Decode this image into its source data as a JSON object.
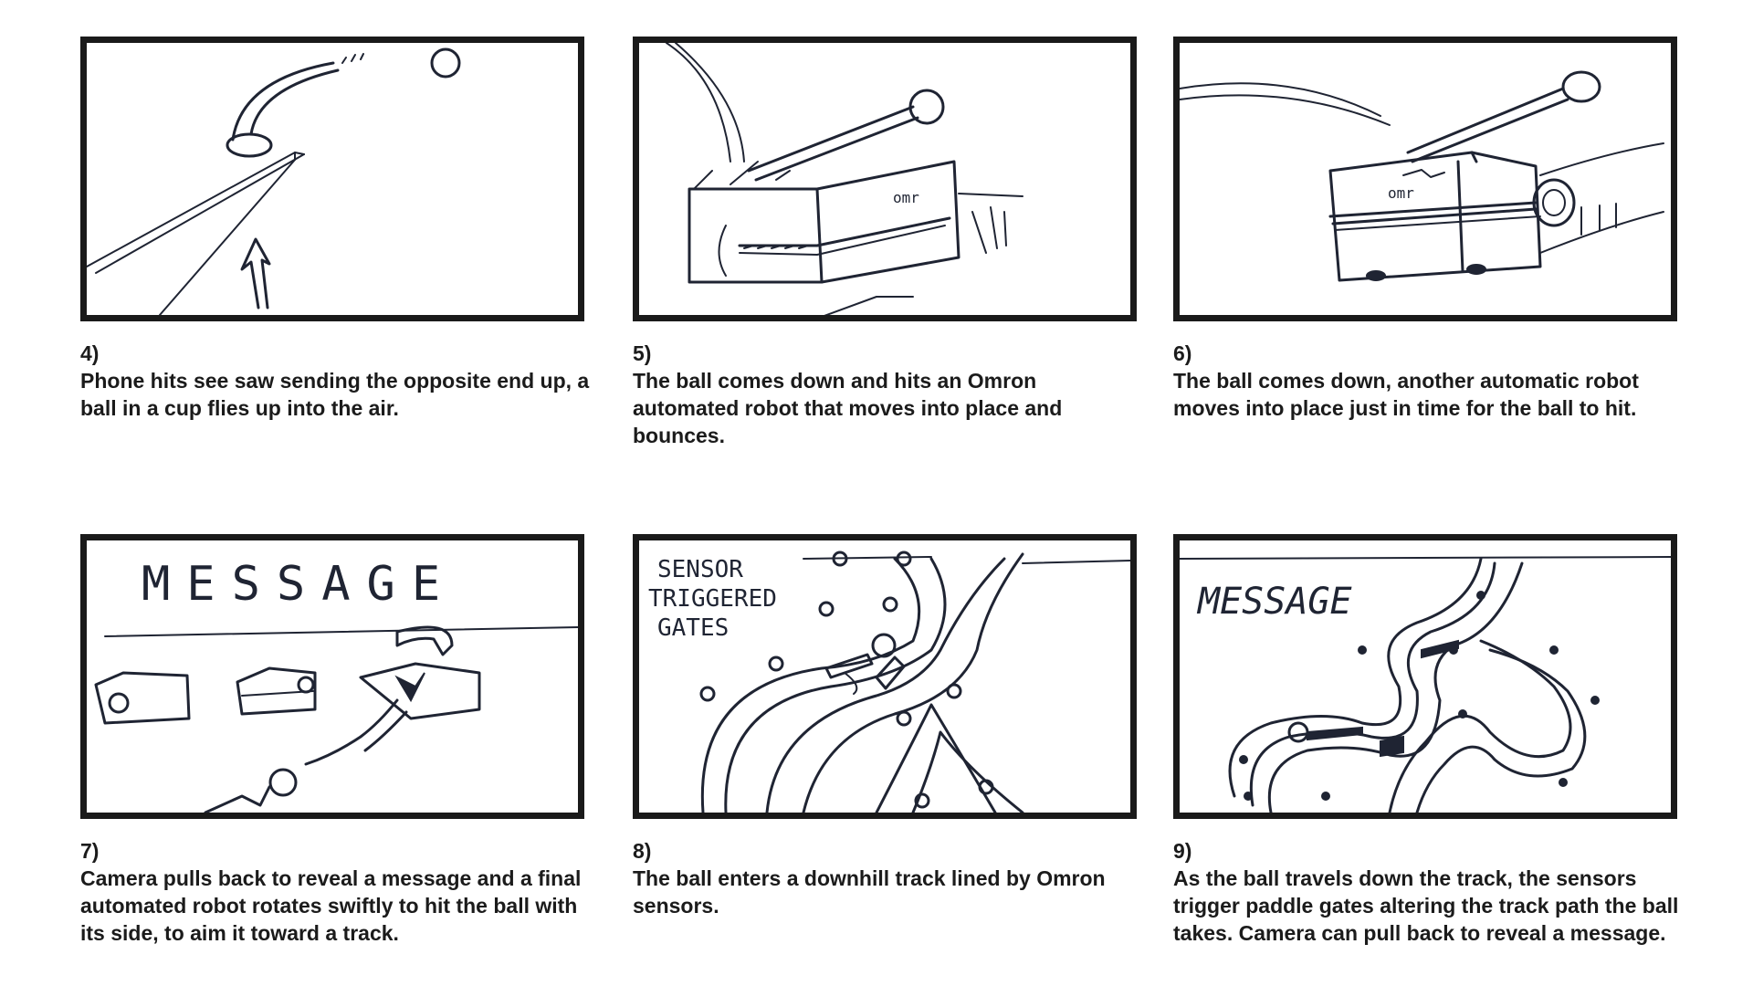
{
  "panels": [
    {
      "number": "4)",
      "caption": "Phone hits see saw sending the opposite end up, a ball in a cup flies up into the air."
    },
    {
      "number": "5)",
      "caption": "The ball comes down and hits an Omron automated robot that moves into place and bounces."
    },
    {
      "number": "6)",
      "caption": "The ball comes down, another automatic robot moves into place just in time for the ball to hit."
    },
    {
      "number": "7)",
      "caption": "Camera pulls back to reveal a message and a final automated robot rotates swiftly to hit the ball with its side, to aim it toward a track.",
      "sketch_text": "MESSAGE"
    },
    {
      "number": "8)",
      "caption": "The ball enters a downhill track lined by Omron sensors.",
      "sketch_text": [
        "SENSOR",
        "TRIGGERED",
        "GATES"
      ]
    },
    {
      "number": "9)",
      "caption": "As the ball travels down the track, the sensors trigger paddle gates altering the track path the ball takes. Camera can pull back to reveal a message.",
      "sketch_text": "MESSAGE"
    }
  ],
  "robot_label": "omr"
}
